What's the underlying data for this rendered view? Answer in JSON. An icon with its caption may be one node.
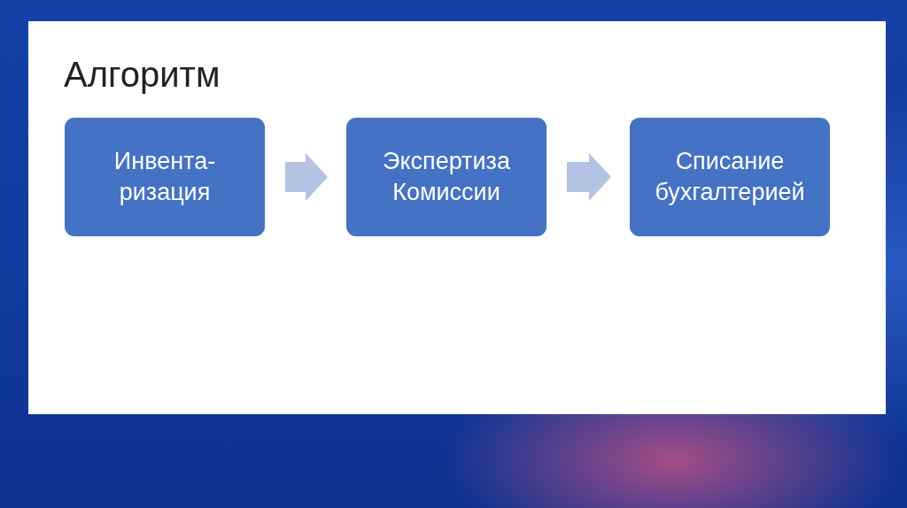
{
  "diagram": {
    "title": "Алгоритм",
    "nodes": [
      {
        "text": [
          "Инвента- ризация"
        ]
      },
      {
        "text": [
          "Экспертиза Комиссии"
        ]
      },
      {
        "text": [
          "Списание бухгалтерией"
        ]
      }
    ],
    "edges": [
      {
        "from": 0,
        "to": 1,
        "arrow": "to"
      },
      {
        "from": 1,
        "to": 2,
        "arrow": "to"
      }
    ]
  }
}
